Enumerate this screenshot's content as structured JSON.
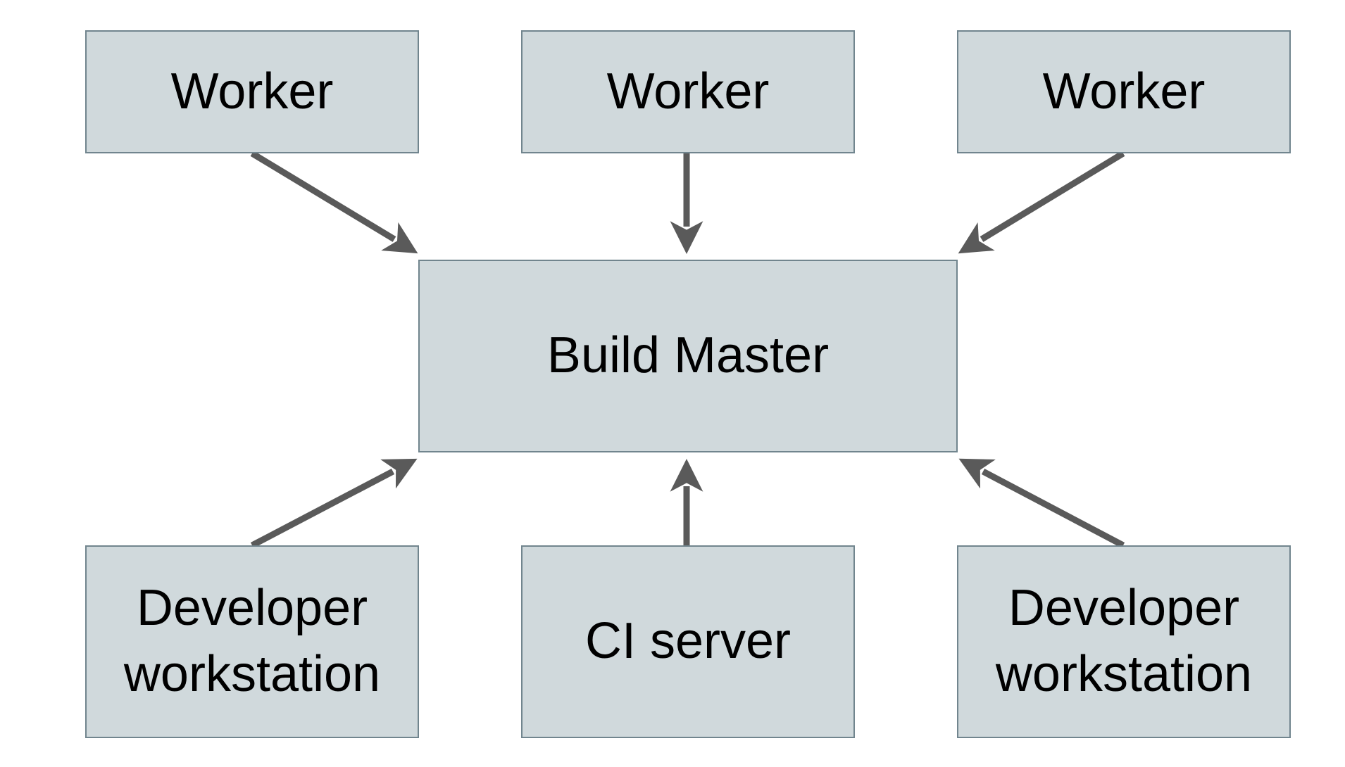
{
  "diagram": {
    "nodes": {
      "worker_top_left": {
        "label": "Worker"
      },
      "worker_top_center": {
        "label": "Worker"
      },
      "worker_top_right": {
        "label": "Worker"
      },
      "build_master": {
        "label": "Build Master"
      },
      "developer_workstation_left": {
        "label": "Developer\nworkstation"
      },
      "ci_server": {
        "label": "CI server"
      },
      "developer_workstation_right": {
        "label": "Developer\nworkstation"
      }
    },
    "edges": [
      {
        "from": "worker-top-left",
        "to": "build-master"
      },
      {
        "from": "worker-top-center",
        "to": "build-master"
      },
      {
        "from": "worker-top-right",
        "to": "build-master"
      },
      {
        "from": "developer-workstation-left",
        "to": "build-master"
      },
      {
        "from": "ci-server",
        "to": "build-master"
      },
      {
        "from": "developer-workstation-right",
        "to": "build-master"
      }
    ]
  },
  "colors": {
    "background": "#ffffff",
    "node_fill": "#d0d9dc",
    "node_border": "#71858e",
    "arrow": "#5a5a5a",
    "text": "#000000"
  }
}
